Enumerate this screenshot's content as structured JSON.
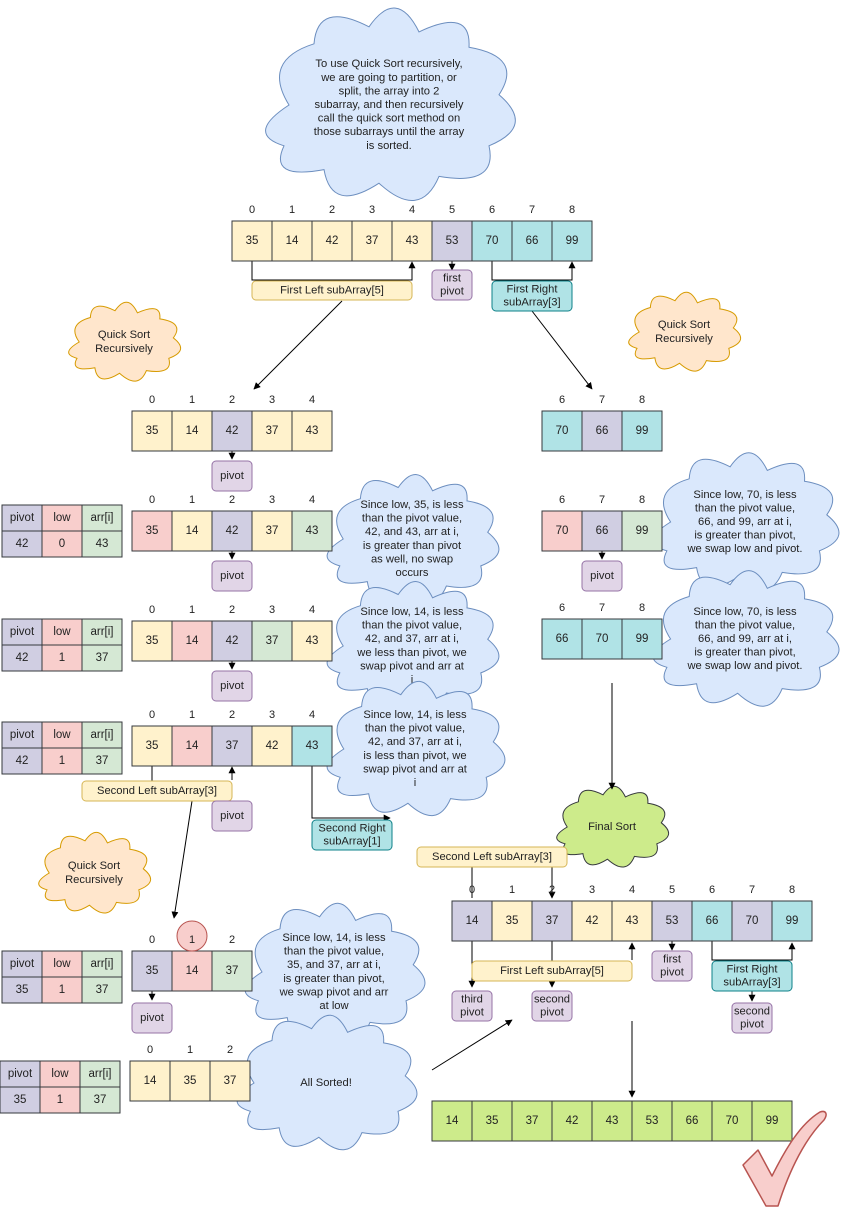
{
  "colors": {
    "yellow": "#fff2cc",
    "pink": "#f8cecc",
    "purple": "#d0cee2",
    "teal": "#b0e3e6",
    "green": "#d5e8d4",
    "lime": "#cdeb8b",
    "cloud_blue": "#dae8fc",
    "cloud_orange": "#ffe6cc",
    "cloud_green": "#cdeb8b",
    "label_purple": "#e1d5e7",
    "check": "#f8cecc"
  },
  "clouds": {
    "intro": "To use Quick Sort recursively, we are going to partition, or split, the array into 2 subarray, and then recursively call the quick sort method on those subarrays until the array is sorted.",
    "quick_sort_1": "Quick Sort Recursively",
    "quick_sort_2": "Quick Sort Recursively",
    "quick_sort_3": "Quick Sort Recursively",
    "step1_left": "Since low, 35, is less than the pivot value, 42, and 43, arr at i, is greater than pivot as well, no swap occurs",
    "step2_left": "Since low, 14, is less than the pivot value, 42, and 37, arr at i, we less than pivot, we swap pivot and arr at i",
    "step3_left": "Since low, 14, is less than the pivot value, 42, and 37, arr at i, is less than pivot, we swap pivot and arr at i",
    "step1_right": "Since low, 70, is less than the pivot value, 66, and 99, arr at i, is greater than pivot, we swap low and pivot.",
    "step2_right": "Since low, 70, is less than the pivot value, 66, and 99, arr at i, is greater than pivot, we swap low and pivot.",
    "step4_left": "Since low, 14, is less than the pivot value, 35, and 37, arr at i, is greater than pivot, we swap pivot and arr at low",
    "all_sorted": "All Sorted!",
    "final_sort": "Final Sort"
  },
  "labels": {
    "first_left": "First Left subArray[5]",
    "first_pivot": "first pivot",
    "first_right": "First Right subArray[3]",
    "pivot": "pivot",
    "second_left": "Second Left subArray[3]",
    "second_right": "Second Right subArray[1]",
    "fs_second_left": "Second Left subArray[3]",
    "fs_first_left": "First Left subArray[5]",
    "fs_first_pivot": "first pivot",
    "fs_first_right": "First Right subArray[3]",
    "third_pivot": "third pivot",
    "second_pivot": "second pivot",
    "second_pivot_b": "second pivot",
    "circle_index": "1"
  },
  "arrays": {
    "main": {
      "indices": [
        "0",
        "1",
        "2",
        "3",
        "4",
        "5",
        "6",
        "7",
        "8"
      ],
      "values": [
        "35",
        "14",
        "42",
        "37",
        "43",
        "53",
        "70",
        "66",
        "99"
      ],
      "fills": [
        "yellow",
        "yellow",
        "yellow",
        "yellow",
        "yellow",
        "purple",
        "teal",
        "teal",
        "teal"
      ]
    },
    "left_a": {
      "indices": [
        "0",
        "1",
        "2",
        "3",
        "4"
      ],
      "values": [
        "35",
        "14",
        "42",
        "37",
        "43"
      ],
      "fills": [
        "yellow",
        "yellow",
        "purple",
        "yellow",
        "yellow"
      ]
    },
    "left_b": {
      "indices": [
        "0",
        "1",
        "2",
        "3",
        "4"
      ],
      "values": [
        "35",
        "14",
        "42",
        "37",
        "43"
      ],
      "fills": [
        "pink",
        "yellow",
        "purple",
        "yellow",
        "green"
      ]
    },
    "left_c": {
      "indices": [
        "0",
        "1",
        "2",
        "3",
        "4"
      ],
      "values": [
        "35",
        "14",
        "42",
        "37",
        "43"
      ],
      "fills": [
        "yellow",
        "pink",
        "purple",
        "green",
        "yellow"
      ]
    },
    "left_d": {
      "indices": [
        "0",
        "1",
        "2",
        "3",
        "4"
      ],
      "values": [
        "35",
        "14",
        "37",
        "42",
        "43"
      ],
      "fills": [
        "yellow",
        "pink",
        "purple",
        "yellow",
        "teal"
      ]
    },
    "right_a": {
      "indices": [
        "6",
        "7",
        "8"
      ],
      "values": [
        "70",
        "66",
        "99"
      ],
      "fills": [
        "teal",
        "purple",
        "teal"
      ]
    },
    "right_b": {
      "indices": [
        "6",
        "7",
        "8"
      ],
      "values": [
        "70",
        "66",
        "99"
      ],
      "fills": [
        "pink",
        "purple",
        "green"
      ]
    },
    "right_c": {
      "indices": [
        "6",
        "7",
        "8"
      ],
      "values": [
        "66",
        "70",
        "99"
      ],
      "fills": [
        "teal",
        "teal",
        "teal"
      ]
    },
    "sub_a": {
      "indices": [
        "0",
        "",
        "2"
      ],
      "values": [
        "35",
        "14",
        "37"
      ],
      "fills": [
        "purple",
        "pink",
        "green"
      ]
    },
    "sub_b": {
      "indices": [
        "0",
        "1",
        "2"
      ],
      "values": [
        "14",
        "35",
        "37"
      ],
      "fills": [
        "yellow",
        "yellow",
        "yellow"
      ]
    },
    "final": {
      "indices": [
        "0",
        "1",
        "2",
        "3",
        "4",
        "5",
        "6",
        "7",
        "8"
      ],
      "values": [
        "14",
        "35",
        "37",
        "42",
        "43",
        "53",
        "66",
        "70",
        "99"
      ],
      "fills": [
        "purple",
        "yellow",
        "purple",
        "yellow",
        "yellow",
        "purple",
        "teal",
        "purple",
        "teal"
      ]
    },
    "sorted": {
      "indices": [],
      "values": [
        "14",
        "35",
        "37",
        "42",
        "43",
        "53",
        "66",
        "70",
        "99"
      ],
      "fills": [
        "lime",
        "lime",
        "lime",
        "lime",
        "lime",
        "lime",
        "lime",
        "lime",
        "lime"
      ]
    }
  },
  "tables": {
    "headers": [
      "pivot",
      "low",
      "arr[i]"
    ],
    "t1": [
      "42",
      "0",
      "43"
    ],
    "t2": [
      "42",
      "1",
      "37"
    ],
    "t3": [
      "42",
      "1",
      "37"
    ],
    "t4": [
      "35",
      "1",
      "37"
    ],
    "t5": [
      "35",
      "1",
      "37"
    ]
  },
  "icons": {
    "checkmark": "checkmark-icon"
  }
}
